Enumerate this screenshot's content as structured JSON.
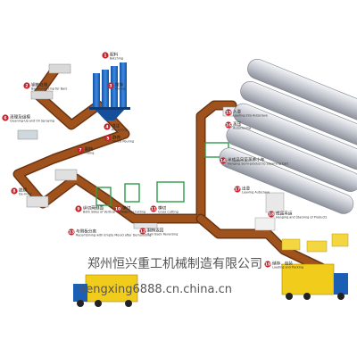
{
  "steps": [
    {
      "num": "1",
      "zh": "配料",
      "en": "Batching"
    },
    {
      "num": "2",
      "zh": "钢筋处理",
      "en": "Bar-Reinforcing for Bars"
    },
    {
      "num": "3",
      "zh": "搅拌",
      "en": "Mixing"
    },
    {
      "num": "4",
      "zh": "浇注",
      "en": "Pre-Curing"
    },
    {
      "num": "5",
      "zh": "静养",
      "en": "Mould Pouring"
    },
    {
      "num": "6",
      "zh": "清理及组模",
      "en": "Cleaning-Up and Oil Spraying"
    },
    {
      "num": "7",
      "zh": "翻转",
      "en": "Tilting"
    },
    {
      "num": "8",
      "zh": "脱模",
      "en": "De-mold"
    },
    {
      "num": "9",
      "zh": "纵切两侧面",
      "en": "Both Sides of Vertical Cutting"
    },
    {
      "num": "10",
      "zh": "横切",
      "en": "Vertical Cutting"
    },
    {
      "num": "11",
      "zh": "横切",
      "en": "Cross Cutting"
    },
    {
      "num": "12",
      "zh": "翻转返回",
      "en": "Turn Back Reversing"
    },
    {
      "num": "13",
      "zh": "与侧板分离",
      "en": "Recombining with Empty Mould after Demoulding"
    },
    {
      "num": "14",
      "zh": "半成品吊至蒸养小车",
      "en": "Hanging Semi-product to Steaming Cart"
    },
    {
      "num": "15",
      "zh": "入釜",
      "en": "Loading into Autoclave"
    },
    {
      "num": "16",
      "zh": "蒸压",
      "en": "Autoclaving"
    },
    {
      "num": "17",
      "zh": "出釜",
      "en": "Leaving Autoclave"
    },
    {
      "num": "18",
      "zh": "成品吊运",
      "en": "Hanging and Stacking of Products"
    },
    {
      "num": "19",
      "zh": "储存、包装",
      "en": "Loading and Packing"
    }
  ],
  "watermark_cn": "郑州恒兴重工机械制造有限公司",
  "watermark_url": "hengxing6888.cn.china.cn",
  "colors": {
    "conveyor": "#a0521d",
    "conveyor_edge": "#6b3410",
    "silo": "#1f6fd0",
    "autoclave": "#c9ccd4",
    "truck_cargo": "#f2cc1a",
    "truck_cab": "#1b5fb5",
    "badge": "#c8202a",
    "green_frame": "#2e9c48",
    "yellow_block": "#f3d640",
    "watermark": "#555555"
  }
}
